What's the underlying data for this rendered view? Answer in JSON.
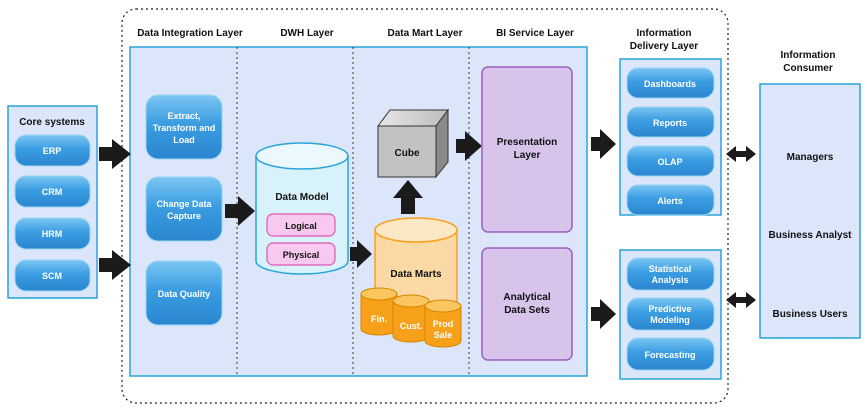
{
  "headers": {
    "integration": "Data Integration Layer",
    "dwh": "DWH Layer",
    "mart": "Data Mart Layer",
    "bi": "BI Service Layer",
    "delivery_line1": "Information",
    "delivery_line2": "Delivery Layer",
    "consumer_line1": "Information",
    "consumer_line2": "Consumer"
  },
  "core": {
    "title": "Core systems",
    "items": [
      "ERP",
      "CRM",
      "HRM",
      "SCM"
    ]
  },
  "integration": {
    "etl_line1": "Extract,",
    "etl_line2": "Transform and",
    "etl_line3": "Load",
    "capture_line1": "Change Data",
    "capture_line2": "Capture",
    "quality": "Data Quality"
  },
  "dwh": {
    "title": "Data Model",
    "logical": "Logical",
    "physical": "Physical"
  },
  "mart": {
    "cube": "Cube",
    "title": "Data Marts",
    "fin": "Fin.",
    "cust": "Cust.",
    "prod_line1": "Prod",
    "prod_line2": "Sale"
  },
  "bi": {
    "presentation_line1": "Presentation",
    "presentation_line2": "Layer",
    "analytical_line1": "Analytical",
    "analytical_line2": "Data Sets"
  },
  "delivery": {
    "top": [
      "Dashboards",
      "Reports",
      "OLAP",
      "Alerts"
    ],
    "stat_line1": "Statistical",
    "stat_line2": "Analysis",
    "pred_line1": "Predictive",
    "pred_line2": "Modeling",
    "forecasting": "Forecasting"
  },
  "consumer": {
    "managers": "Managers",
    "analyst": "Business Analyst",
    "users": "Business Users"
  },
  "colors": {
    "panel_fill": "#dce6fa",
    "panel_border": "#2aa3d8",
    "pill_fill": "#3d9ee2",
    "cylinder_fill": "#d8f2fb",
    "mart_fill": "#fbd9a4",
    "mart_accent": "#f7a11a",
    "bi_fill": "#d8c3ea",
    "bi_border": "#9b5fbf",
    "pink_fill": "#f7c9ef",
    "cube_fill": "#c2c2c2"
  }
}
